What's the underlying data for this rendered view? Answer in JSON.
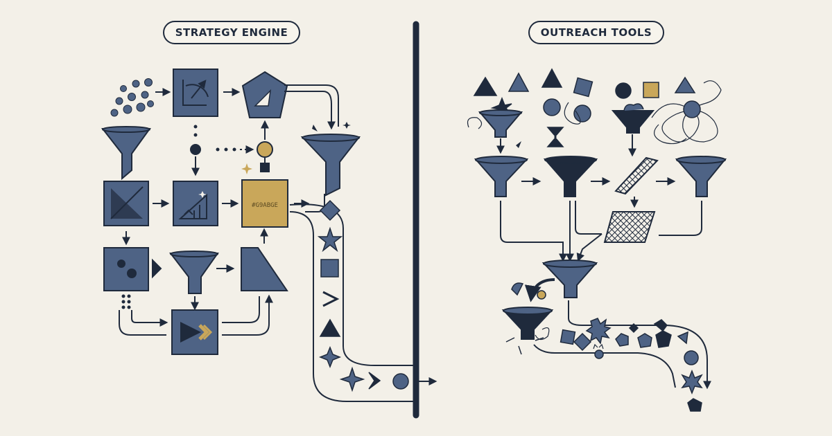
{
  "left_panel": {
    "title": "STRATEGY ENGINE",
    "tag_label": "#G9ABGE"
  },
  "right_panel": {
    "title": "OUTREACH TOOLS"
  },
  "colors": {
    "navy": "#1f2a3c",
    "slate": "#4e6385",
    "gold": "#c9a75a",
    "background": "#f3f0e8"
  }
}
